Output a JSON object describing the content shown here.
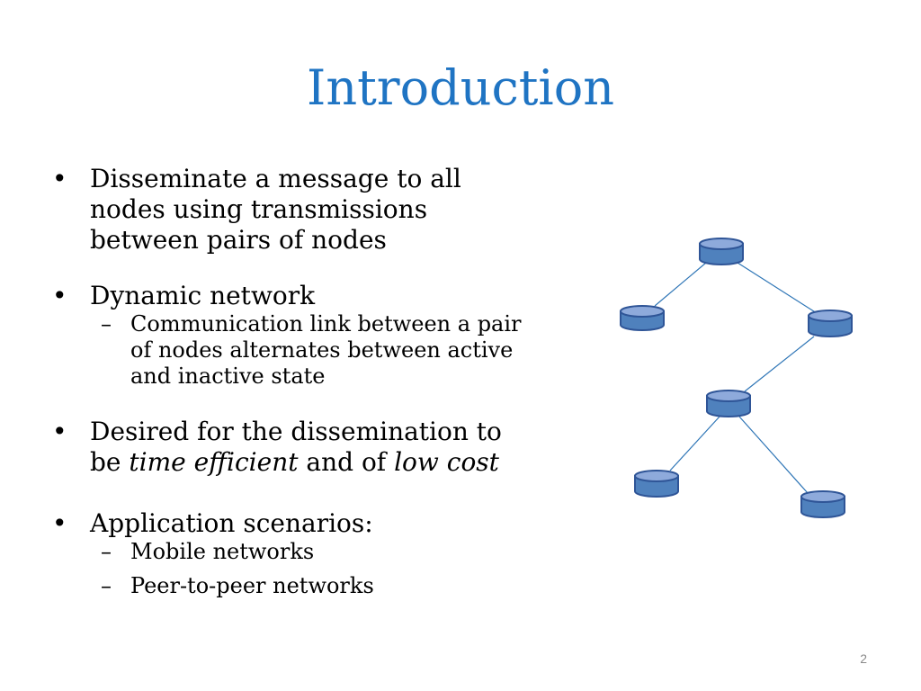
{
  "slide": {
    "title": "Introduction",
    "page_number": "2",
    "bullets": [
      {
        "bullet_char": "•",
        "lines": [
          "Disseminate a message to all",
          "nodes using transmissions",
          "between pairs of nodes"
        ]
      },
      {
        "bullet_char": "•",
        "lines": [
          "Dynamic network"
        ],
        "sub": {
          "dash_char": "–",
          "lines": [
            "Communication link between a pair",
            "of nodes alternates between active",
            "and inactive state"
          ]
        }
      },
      {
        "bullet_char": "•",
        "line1": "Desired for the dissemination to",
        "line2_prefix": "be ",
        "line2_em1": "time efficient",
        "line2_mid": " and of ",
        "line2_em2": "low cost"
      },
      {
        "bullet_char": "•",
        "lines": [
          "Application scenarios:"
        ],
        "subs": [
          {
            "dash_char": "–",
            "text": "Mobile networks"
          },
          {
            "dash_char": "–",
            "text": "Peer-to-peer networks"
          }
        ]
      }
    ]
  },
  "diagram": {
    "node_fill": "#4f81bd",
    "node_top_fill": "#8eaadb",
    "node_stroke": "#2f5597",
    "edge_color": "#2e75b6"
  }
}
